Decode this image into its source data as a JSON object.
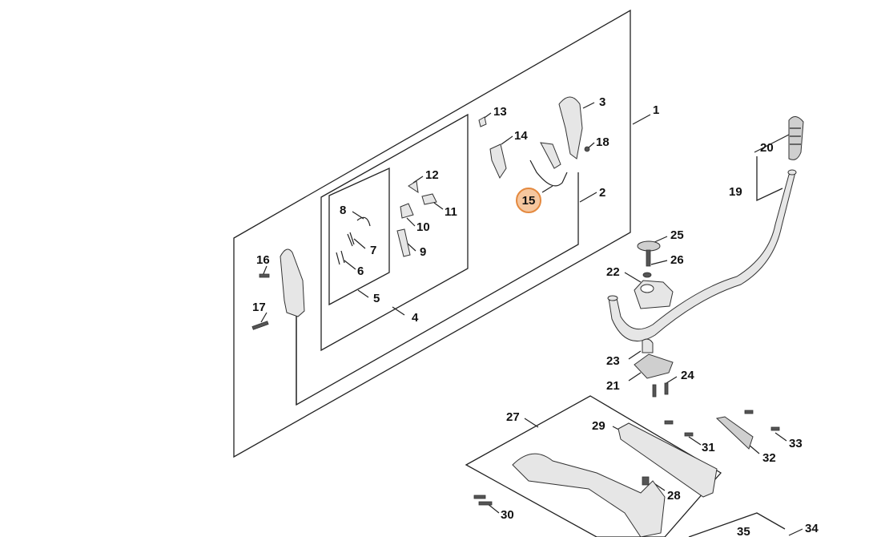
{
  "callouts": {
    "c1": "1",
    "c2": "2",
    "c3": "3",
    "c4": "4",
    "c5": "5",
    "c6": "6",
    "c7": "7",
    "c8": "8",
    "c9": "9",
    "c10": "10",
    "c11": "11",
    "c12": "12",
    "c13": "13",
    "c14": "14",
    "c15": "15",
    "c16": "16",
    "c17": "17",
    "c18": "18",
    "c19": "19",
    "c20": "20",
    "c21": "21",
    "c22": "22",
    "c23": "23",
    "c24": "24",
    "c25": "25",
    "c26": "26",
    "c27": "27",
    "c28": "28",
    "c29": "29",
    "c30": "30",
    "c31": "31",
    "c32": "32",
    "c33": "33",
    "c34": "34",
    "c35": "35"
  },
  "highlighted_callout": "15",
  "colors": {
    "highlight_fill": "#f6c79f",
    "highlight_stroke": "#e4893f",
    "line": "#222222"
  }
}
